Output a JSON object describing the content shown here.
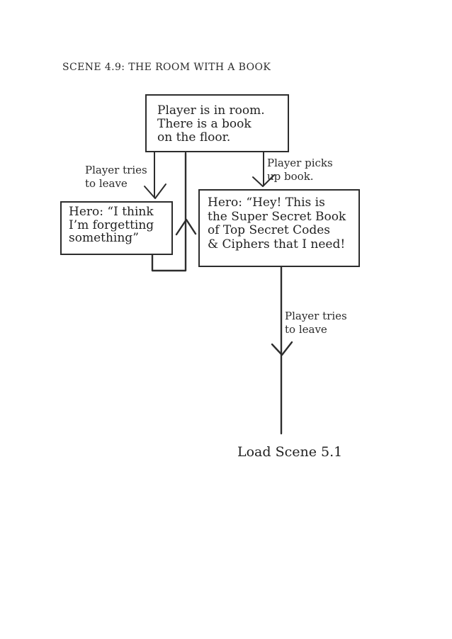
{
  "page": {
    "title": "SCENE 4.9: THE ROOM WITH A BOOK",
    "background_color": "#ffffff",
    "ink_color": "#2d2d2d"
  },
  "diagram": {
    "nodes": {
      "room": {
        "lines": [
          "Player is in room.",
          "There is a book",
          "on the floor."
        ]
      },
      "forgetting": {
        "lines": [
          "Hero: “I think",
          "I’m forgetting",
          "something”"
        ]
      },
      "book": {
        "lines": [
          "Hero: “Hey! This is",
          "the Super Secret Book",
          "of Top Secret Codes",
          "& Ciphers that I need!"
        ]
      }
    },
    "edges": {
      "leave_left": {
        "label_lines": [
          "Player tries",
          "to leave"
        ]
      },
      "pick_up": {
        "label_lines": [
          "Player picks",
          "up book."
        ]
      },
      "leave_bottom": {
        "label_lines": [
          "Player tries",
          "to leave"
        ]
      }
    },
    "terminal": {
      "label": "Load Scene 5.1"
    }
  }
}
